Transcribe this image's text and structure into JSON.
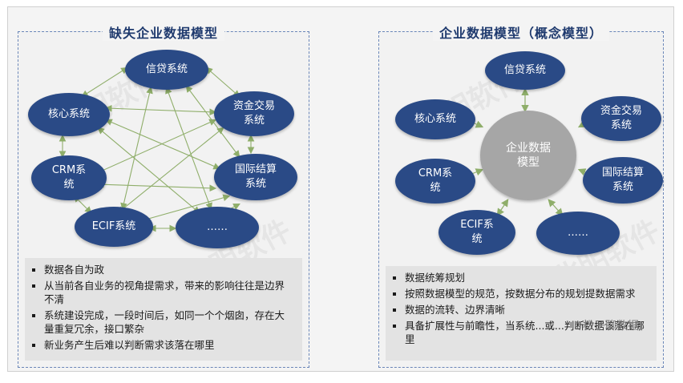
{
  "left_panel": {
    "title": "缺失企业数据模型",
    "nodes": [
      {
        "id": "xindai",
        "label": "信贷系统"
      },
      {
        "id": "hexin",
        "label": "核心系统"
      },
      {
        "id": "zijin",
        "label": "资金交易\n系统"
      },
      {
        "id": "crm",
        "label": "CRM系\n统"
      },
      {
        "id": "guoji",
        "label": "国际结算\n系统"
      },
      {
        "id": "ecif",
        "label": "ECIF系统"
      },
      {
        "id": "more",
        "label": "……"
      }
    ],
    "bullets": [
      "数据各自为政",
      "从当前各自业务的视角提需求，带来的影响往往是边界不清",
      "系统建设完成，一段时间后，如同一个个烟囱，存在大量重复冗余，接口繁杂",
      "新业务产生后难以判断需求该落在哪里"
    ]
  },
  "right_panel": {
    "title": "企业数据模型（概念模型）",
    "center": "企业数据\n模型",
    "nodes": [
      {
        "id": "xindai",
        "label": "信贷系统"
      },
      {
        "id": "hexin",
        "label": "核心系统"
      },
      {
        "id": "zijin",
        "label": "资金交易\n系统"
      },
      {
        "id": "crm",
        "label": "CRM系\n统"
      },
      {
        "id": "guoji",
        "label": "国际结算\n系统"
      },
      {
        "id": "ecif",
        "label": "ECIF系\n统"
      },
      {
        "id": "more",
        "label": "……"
      }
    ],
    "bullets": [
      "数据统筹规划",
      "按照数据模型的规范，按数据分布的规划提数据需求",
      "数据的流转、边界清晰",
      "具备扩展性与前瞻性，当系统...或...判断数据该落在哪里"
    ]
  },
  "watermark": "北明软件",
  "signature": "松子聊数据",
  "colors": {
    "node": "#2a4a86",
    "center": "#a6a6a6",
    "arrow": "#8fae6a",
    "title": "#1f3a6e"
  }
}
